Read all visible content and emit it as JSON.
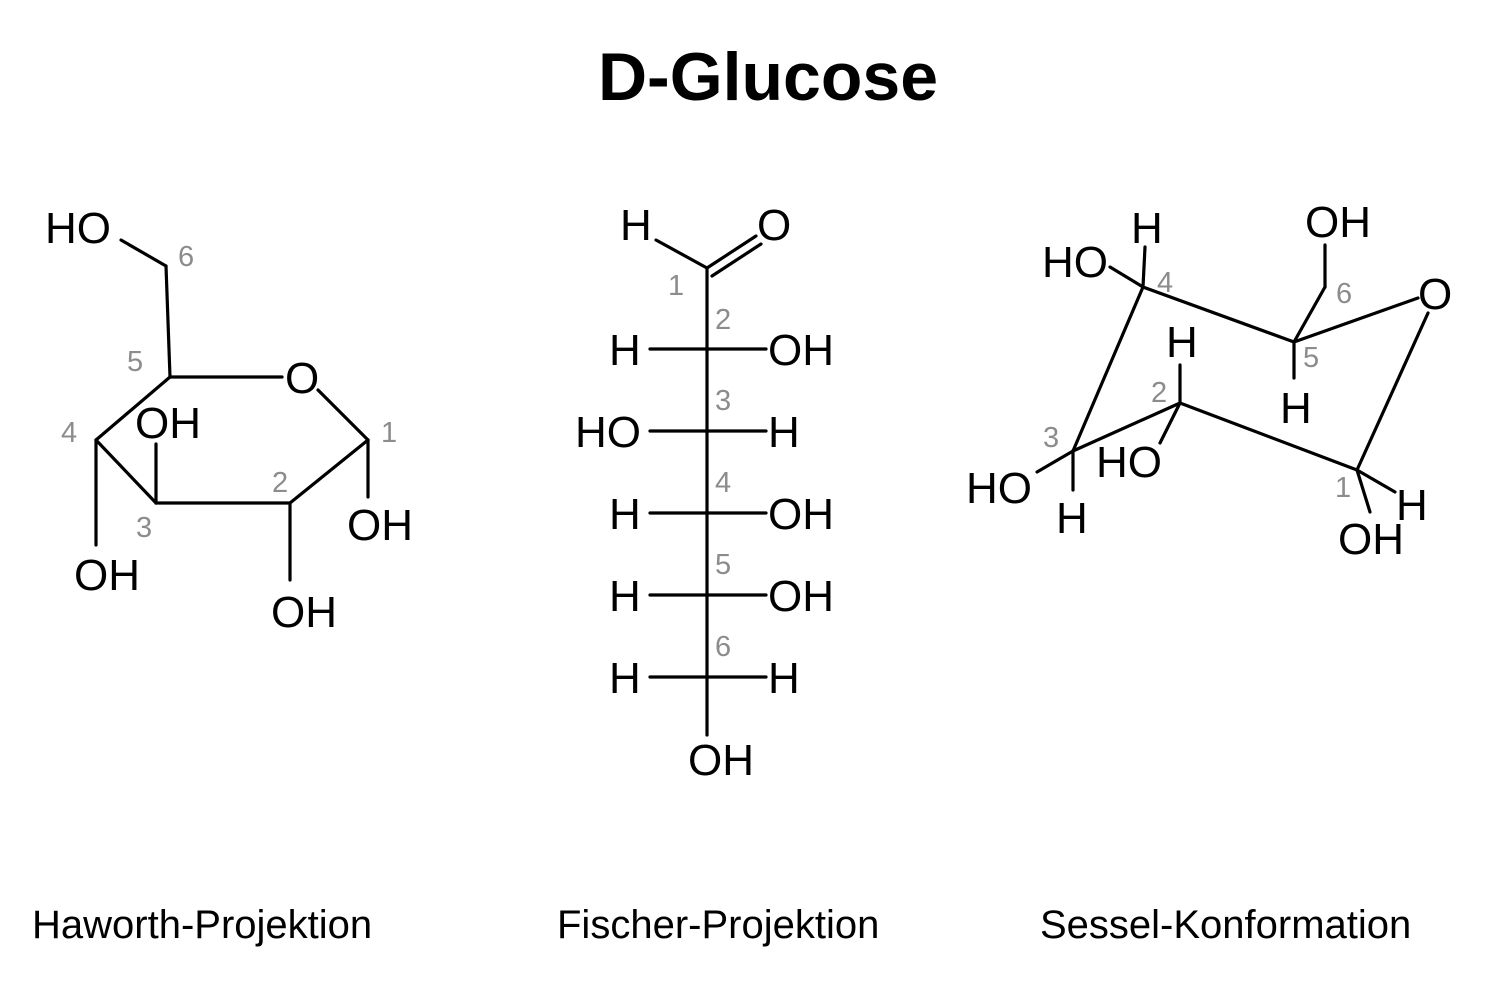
{
  "title": "D-Glucose",
  "captions": {
    "haworth": "Haworth-Projektion",
    "fischer": "Fischer-Projektion",
    "chair": "Sessel-Konformation"
  },
  "atoms": {
    "O": "O",
    "H": "H",
    "OH": "OH",
    "HO": "HO"
  },
  "carbon_numbers": [
    "1",
    "2",
    "3",
    "4",
    "5",
    "6"
  ],
  "colors": {
    "lines": "#000000",
    "carbon_numbers": "#8c8c8c"
  }
}
